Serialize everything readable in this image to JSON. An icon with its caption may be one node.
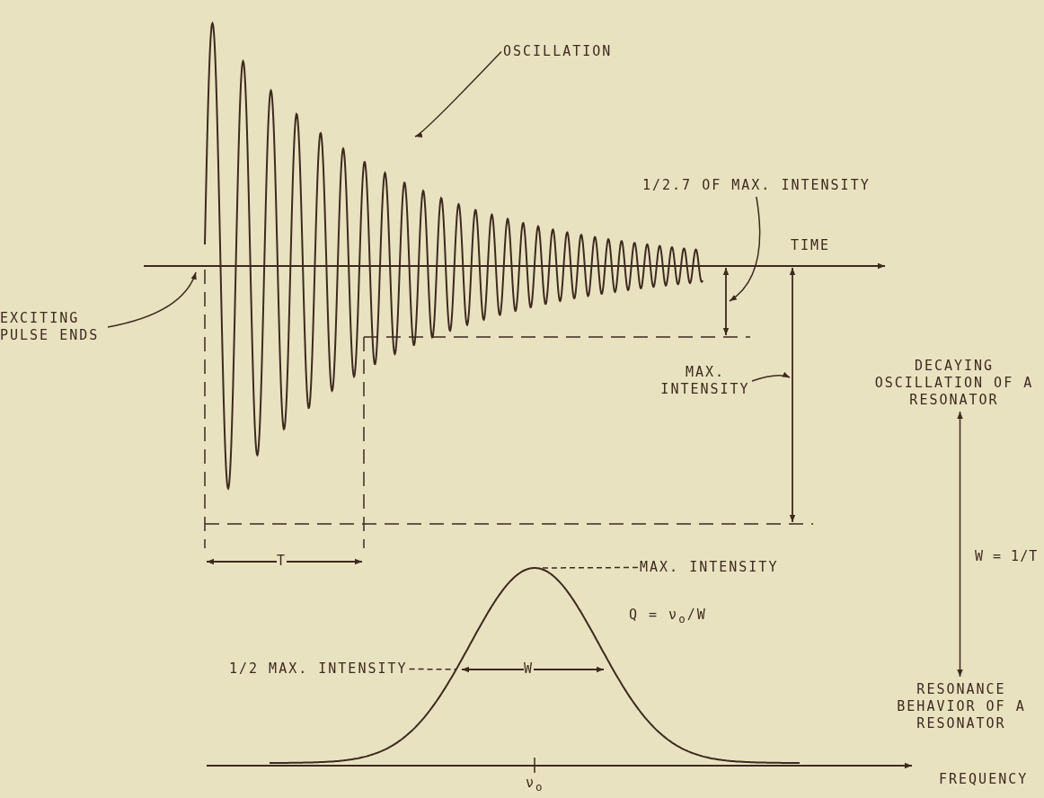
{
  "diagram": {
    "nodes": [
      {
        "text": [
          "OSCILLATION"
        ]
      },
      {
        "text": [
          "EXCITING PULSE ENDS"
        ]
      },
      {
        "text": [
          "1/2.7 OF MAX. INTENSITY"
        ]
      },
      {
        "text": [
          "MAX. INTENSITY"
        ]
      },
      {
        "text": [
          "MAX. INTENSITY"
        ]
      },
      {
        "text": [
          "1/2 MAX. INTENSITY"
        ]
      },
      {
        "text": [
          "DECAYING OSCILLATION OF A RESONATOR"
        ]
      },
      {
        "text": [
          "RESONANCE BEHAVIOR OF A RESONATOR"
        ]
      },
      {
        "text": [],
        "shape": "curve"
      }
    ],
    "edges": [
      {
        "from": 0,
        "to": null,
        "arrow": "to"
      },
      {
        "from": 1,
        "to": null,
        "arrow": "to"
      },
      {
        "from": 2,
        "to": null,
        "arrow": "to"
      },
      {
        "from": 3,
        "to": null,
        "arrow": "to"
      },
      {
        "from": 4,
        "to": 8,
        "arrow": "none",
        "style": "dashed"
      },
      {
        "from": 5,
        "to": 8,
        "arrow": "none",
        "style": "dashed"
      },
      {
        "from": 6,
        "to": 7,
        "arrow": "both",
        "label": "W = 1/T"
      }
    ],
    "labels": [
      "TIME",
      "T",
      "W",
      "Q = ν$_{o}$/W",
      "FREQUENCY",
      "ν$_{o}$"
    ]
  }
}
